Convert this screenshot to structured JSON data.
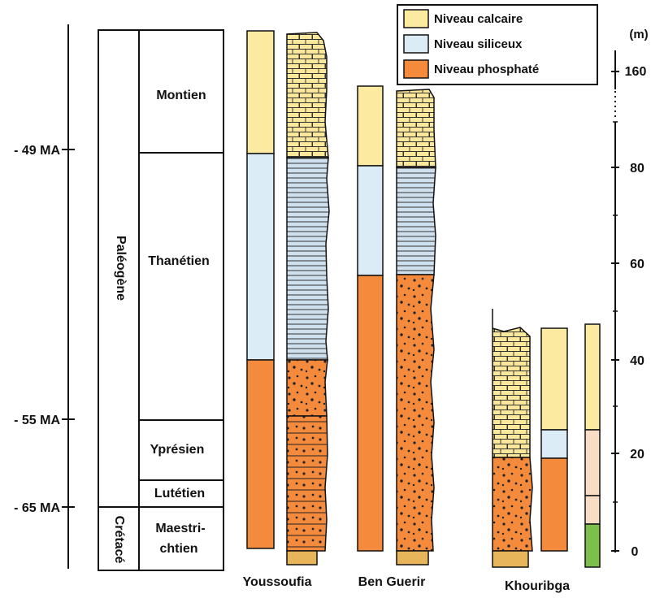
{
  "legend": {
    "items": [
      {
        "key": "calcaire",
        "label": "Niveau calcaire",
        "color": "#fbeaa0"
      },
      {
        "key": "siliceux",
        "label": "Niveau siliceux",
        "color": "#dcecf7"
      },
      {
        "key": "phosphate",
        "label": "Niveau phosphaté",
        "color": "#f48a3c"
      }
    ]
  },
  "age_markers": [
    "- 49 MA",
    "- 55 MA",
    "- 65 MA"
  ],
  "stratigraphy": {
    "eras": [
      "Paléogène",
      "Crétacé"
    ],
    "stages": [
      "Montien",
      "Thanétien",
      "Yprésien",
      "Lutétien",
      "Maestri-",
      "chtien"
    ]
  },
  "sites": [
    "Youssoufia",
    "Ben Guerir",
    "Khouribga"
  ],
  "scale": {
    "unit": "(m)",
    "ticks": [
      "0",
      "20",
      "40",
      "60",
      "80",
      "160"
    ]
  },
  "colors": {
    "limestone": "#fbeaa0",
    "siliceous": "#dcecf7",
    "phosphate": "#f48a3c",
    "base": "#e8b55a",
    "green": "#7cbf4a",
    "pale_peach": "#f9dcc4"
  }
}
